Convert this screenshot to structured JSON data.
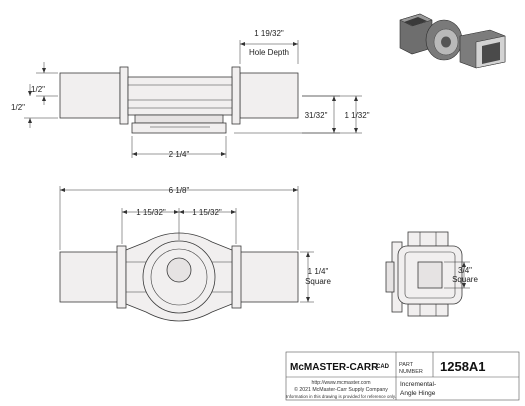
{
  "dimensions": {
    "hole_depth_value": "1 19/32\"",
    "hole_depth_label": "Hole Depth",
    "left_half_upper": "1/2\"",
    "left_half_lower": "1/2\"",
    "height_31_32": "31/32\"",
    "height_1_1_32": "1 1/32\"",
    "width_2_1_4": "2 1/4\"",
    "overall_6_1_8": "6 1/8\"",
    "left_1_15_32": "1 15/32\"",
    "right_1_15_32": "1 15/32\"",
    "square_1_1_4_value": "1 1/4\"",
    "square_1_1_4_label": "Square",
    "square_3_4_value": "3/4\"",
    "square_3_4_label": "Square"
  },
  "title_block": {
    "brand": "McMASTER-CARR",
    "brand_suffix": "CAD",
    "part_label_line1": "PART",
    "part_label_line2": "NUMBER",
    "part_number": "1258A1",
    "website": "http://www.mcmaster.com",
    "copyright": "© 2021 McMaster-Carr Supply Company",
    "disclaimer": "Information in this drawing is provided for reference only.",
    "description_line1": "Incremental-",
    "description_line2": "Angle Hinge"
  },
  "colors": {
    "line": "#3a3a3a",
    "part_fill": "#f1efef",
    "iso_dark": "#4a4a4a",
    "iso_mid": "#8a8a8a",
    "iso_light": "#c9c9c9"
  }
}
